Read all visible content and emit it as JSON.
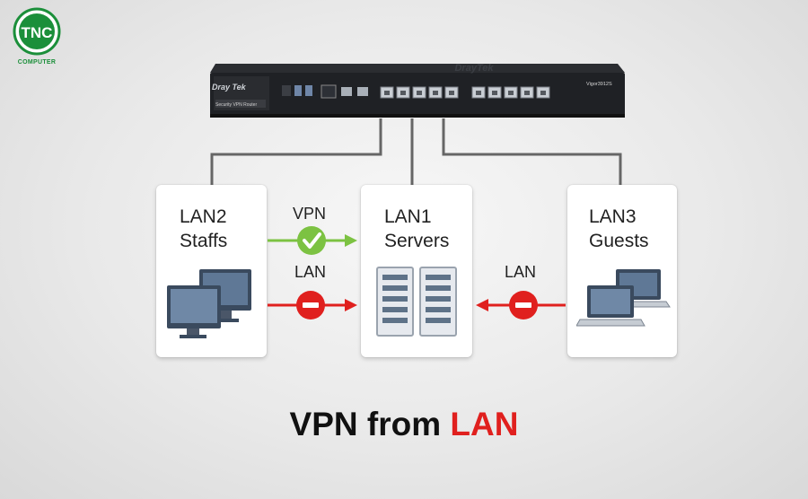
{
  "logo": {
    "letters": "TNC",
    "caption": "COMPUTER",
    "color": "#1b8f3a"
  },
  "router": {
    "brand": "DrayTek",
    "label_left": "Dray Tek",
    "subtitle": "Security VPN Router",
    "model": "Vigor3912S"
  },
  "nodes": {
    "lan2": {
      "line1": "LAN2",
      "line2": "Staffs",
      "icon": "desktop-computers-icon"
    },
    "lan1": {
      "line1": "LAN1",
      "line2": "Servers",
      "icon": "server-towers-icon"
    },
    "lan3": {
      "line1": "LAN3",
      "line2": "Guests",
      "icon": "laptops-icon"
    }
  },
  "connections": {
    "vpn_label": "VPN",
    "lan_label_left": "LAN",
    "lan_label_right": "LAN",
    "allowed_color": "#7cc242",
    "blocked_color": "#e0201e"
  },
  "headline": {
    "part1": "VPN from ",
    "part2": "LAN"
  }
}
